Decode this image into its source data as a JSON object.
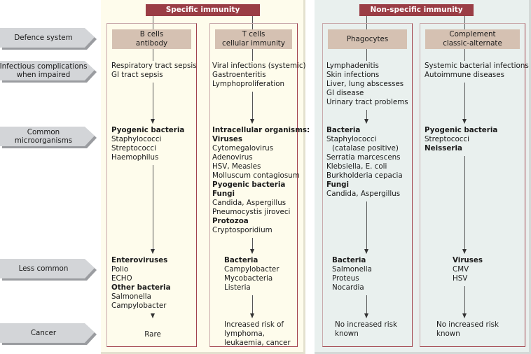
{
  "rows": [
    {
      "label": "Defence system"
    },
    {
      "label": "Infectious complications\nwhen impaired"
    },
    {
      "label": "Common\nmicroorganisms"
    },
    {
      "label": "Less common"
    },
    {
      "label": "Cancer"
    }
  ],
  "groups": {
    "specific": {
      "title": "Specific immunity"
    },
    "nonspecific": {
      "title": "Non-specific immunity"
    }
  },
  "columns": [
    {
      "title_line1": "B cells",
      "title_line2": "antibody",
      "complications": [
        "Respiratory tract sepsis",
        "GI tract sepsis"
      ],
      "common": [
        {
          "text": "Pyogenic bacteria",
          "bold": true
        },
        {
          "text": "Staphylococci"
        },
        {
          "text": "Streptococci"
        },
        {
          "text": "Haemophilus"
        }
      ],
      "less_common": [
        {
          "text": "Enteroviruses",
          "bold": true
        },
        {
          "text": "Polio"
        },
        {
          "text": "ECHO"
        },
        {
          "text": "Other bacteria",
          "bold": true
        },
        {
          "text": "Salmonella"
        },
        {
          "text": "Campylobacter"
        }
      ],
      "cancer": [
        "Rare"
      ]
    },
    {
      "title_line1": "T cells",
      "title_line2": "cellular immunity",
      "complications": [
        "Viral infections (systemic)",
        "Gastroenteritis",
        "Lymphoproliferation"
      ],
      "common": [
        {
          "text": "Intracellular organisms:",
          "bold": true
        },
        {
          "text": "Viruses",
          "bold": true
        },
        {
          "text": "Cytomegalovirus"
        },
        {
          "text": "Adenovirus"
        },
        {
          "text": "HSV, Measles"
        },
        {
          "text": "Molluscum contagiosum"
        },
        {
          "text": "Pyogenic bacteria",
          "bold": true
        },
        {
          "text": "Fungi",
          "bold": true
        },
        {
          "text": "Candida, Aspergillus"
        },
        {
          "text": "Pneumocystis jiroveci"
        },
        {
          "text": "Protozoa",
          "bold": true
        },
        {
          "text": "Cryptosporidium"
        }
      ],
      "less_common": [
        {
          "text": "Bacteria",
          "bold": true
        },
        {
          "text": "Campylobacter"
        },
        {
          "text": "Mycobacteria"
        },
        {
          "text": "Listeria"
        }
      ],
      "cancer": [
        "Increased risk of",
        "lymphoma,",
        "leukaemia, cancer"
      ]
    },
    {
      "title_line1": "Phagocytes",
      "title_line2": "",
      "complications": [
        "Lymphadenitis",
        "Skin infections",
        "Liver, lung abscesses",
        "GI disease",
        "Urinary tract problems"
      ],
      "common": [
        {
          "text": "Bacteria",
          "bold": true
        },
        {
          "text": "Staphylococci"
        },
        {
          "text": "(catalase positive)",
          "indent": true
        },
        {
          "text": "Serratia marcescens"
        },
        {
          "text": "Klebsiella, E. coli"
        },
        {
          "text": "Burkholderia cepacia"
        },
        {
          "text": "Fungi",
          "bold": true
        },
        {
          "text": "Candida, Aspergillus"
        }
      ],
      "less_common": [
        {
          "text": "Bacteria",
          "bold": true
        },
        {
          "text": "Salmonella"
        },
        {
          "text": "Proteus"
        },
        {
          "text": "Nocardia"
        }
      ],
      "cancer": [
        "No increased risk",
        "known"
      ]
    },
    {
      "title_line1": "Complement",
      "title_line2": "classic-alternate",
      "complications": [
        "Systemic bacterial infections",
        "Autoimmune diseases"
      ],
      "common": [
        {
          "text": "Pyogenic bacteria",
          "bold": true
        },
        {
          "text": "Streptococci"
        },
        {
          "text": "Neisseria",
          "bold": true
        }
      ],
      "less_common": [
        {
          "text": "Viruses",
          "bold": true
        },
        {
          "text": "CMV"
        },
        {
          "text": "HSV"
        }
      ],
      "cancer": [
        "No increased risk",
        "known"
      ]
    }
  ],
  "colors": {
    "header": "#9a3d45",
    "title_box": "#d5c1b2",
    "specific_bg": "#fefcec",
    "nonspecific_bg": "#e9f0ee",
    "row_label": "#d3d5d8"
  }
}
